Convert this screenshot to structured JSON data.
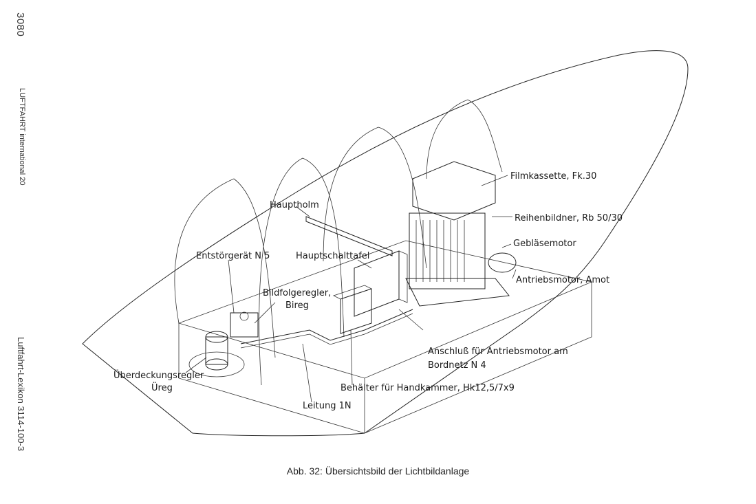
{
  "margin": {
    "page_number": "3080",
    "journal": "LUFTFAHRT international   20",
    "lexicon": "Luftfahrt-Lexikon   3114-100-3"
  },
  "diagram": {
    "labels": {
      "filmkassette": "Filmkassette, Fk.30",
      "hauptholm": "Hauptholm",
      "reihenbildner": "Reihenbildner, Rb 50/30",
      "geblaesemotor": "Gebläsemotor",
      "entstoergeraet": "Entstörgerät N 5",
      "hauptschalttafel": "Hauptschalttafel",
      "antriebsmotor": "Antriebsmotor, Amot",
      "bildfolgeregler_1": "Bildfolgeregler,",
      "bildfolgeregler_2": "Bireg",
      "anschluss_1": "Anschluß für Antriebsmotor am",
      "anschluss_2": "Bordnetz N 4",
      "ueberdeckung_1": "Überdeckungsregler",
      "ueberdeckung_2": "Üreg",
      "behaelter": "Behälter für Handkammer, Hk12,5/7x9",
      "leitung": "Leitung 1N"
    }
  },
  "caption": "Abb. 32: Übersichtsbild der Lichtbildanlage"
}
